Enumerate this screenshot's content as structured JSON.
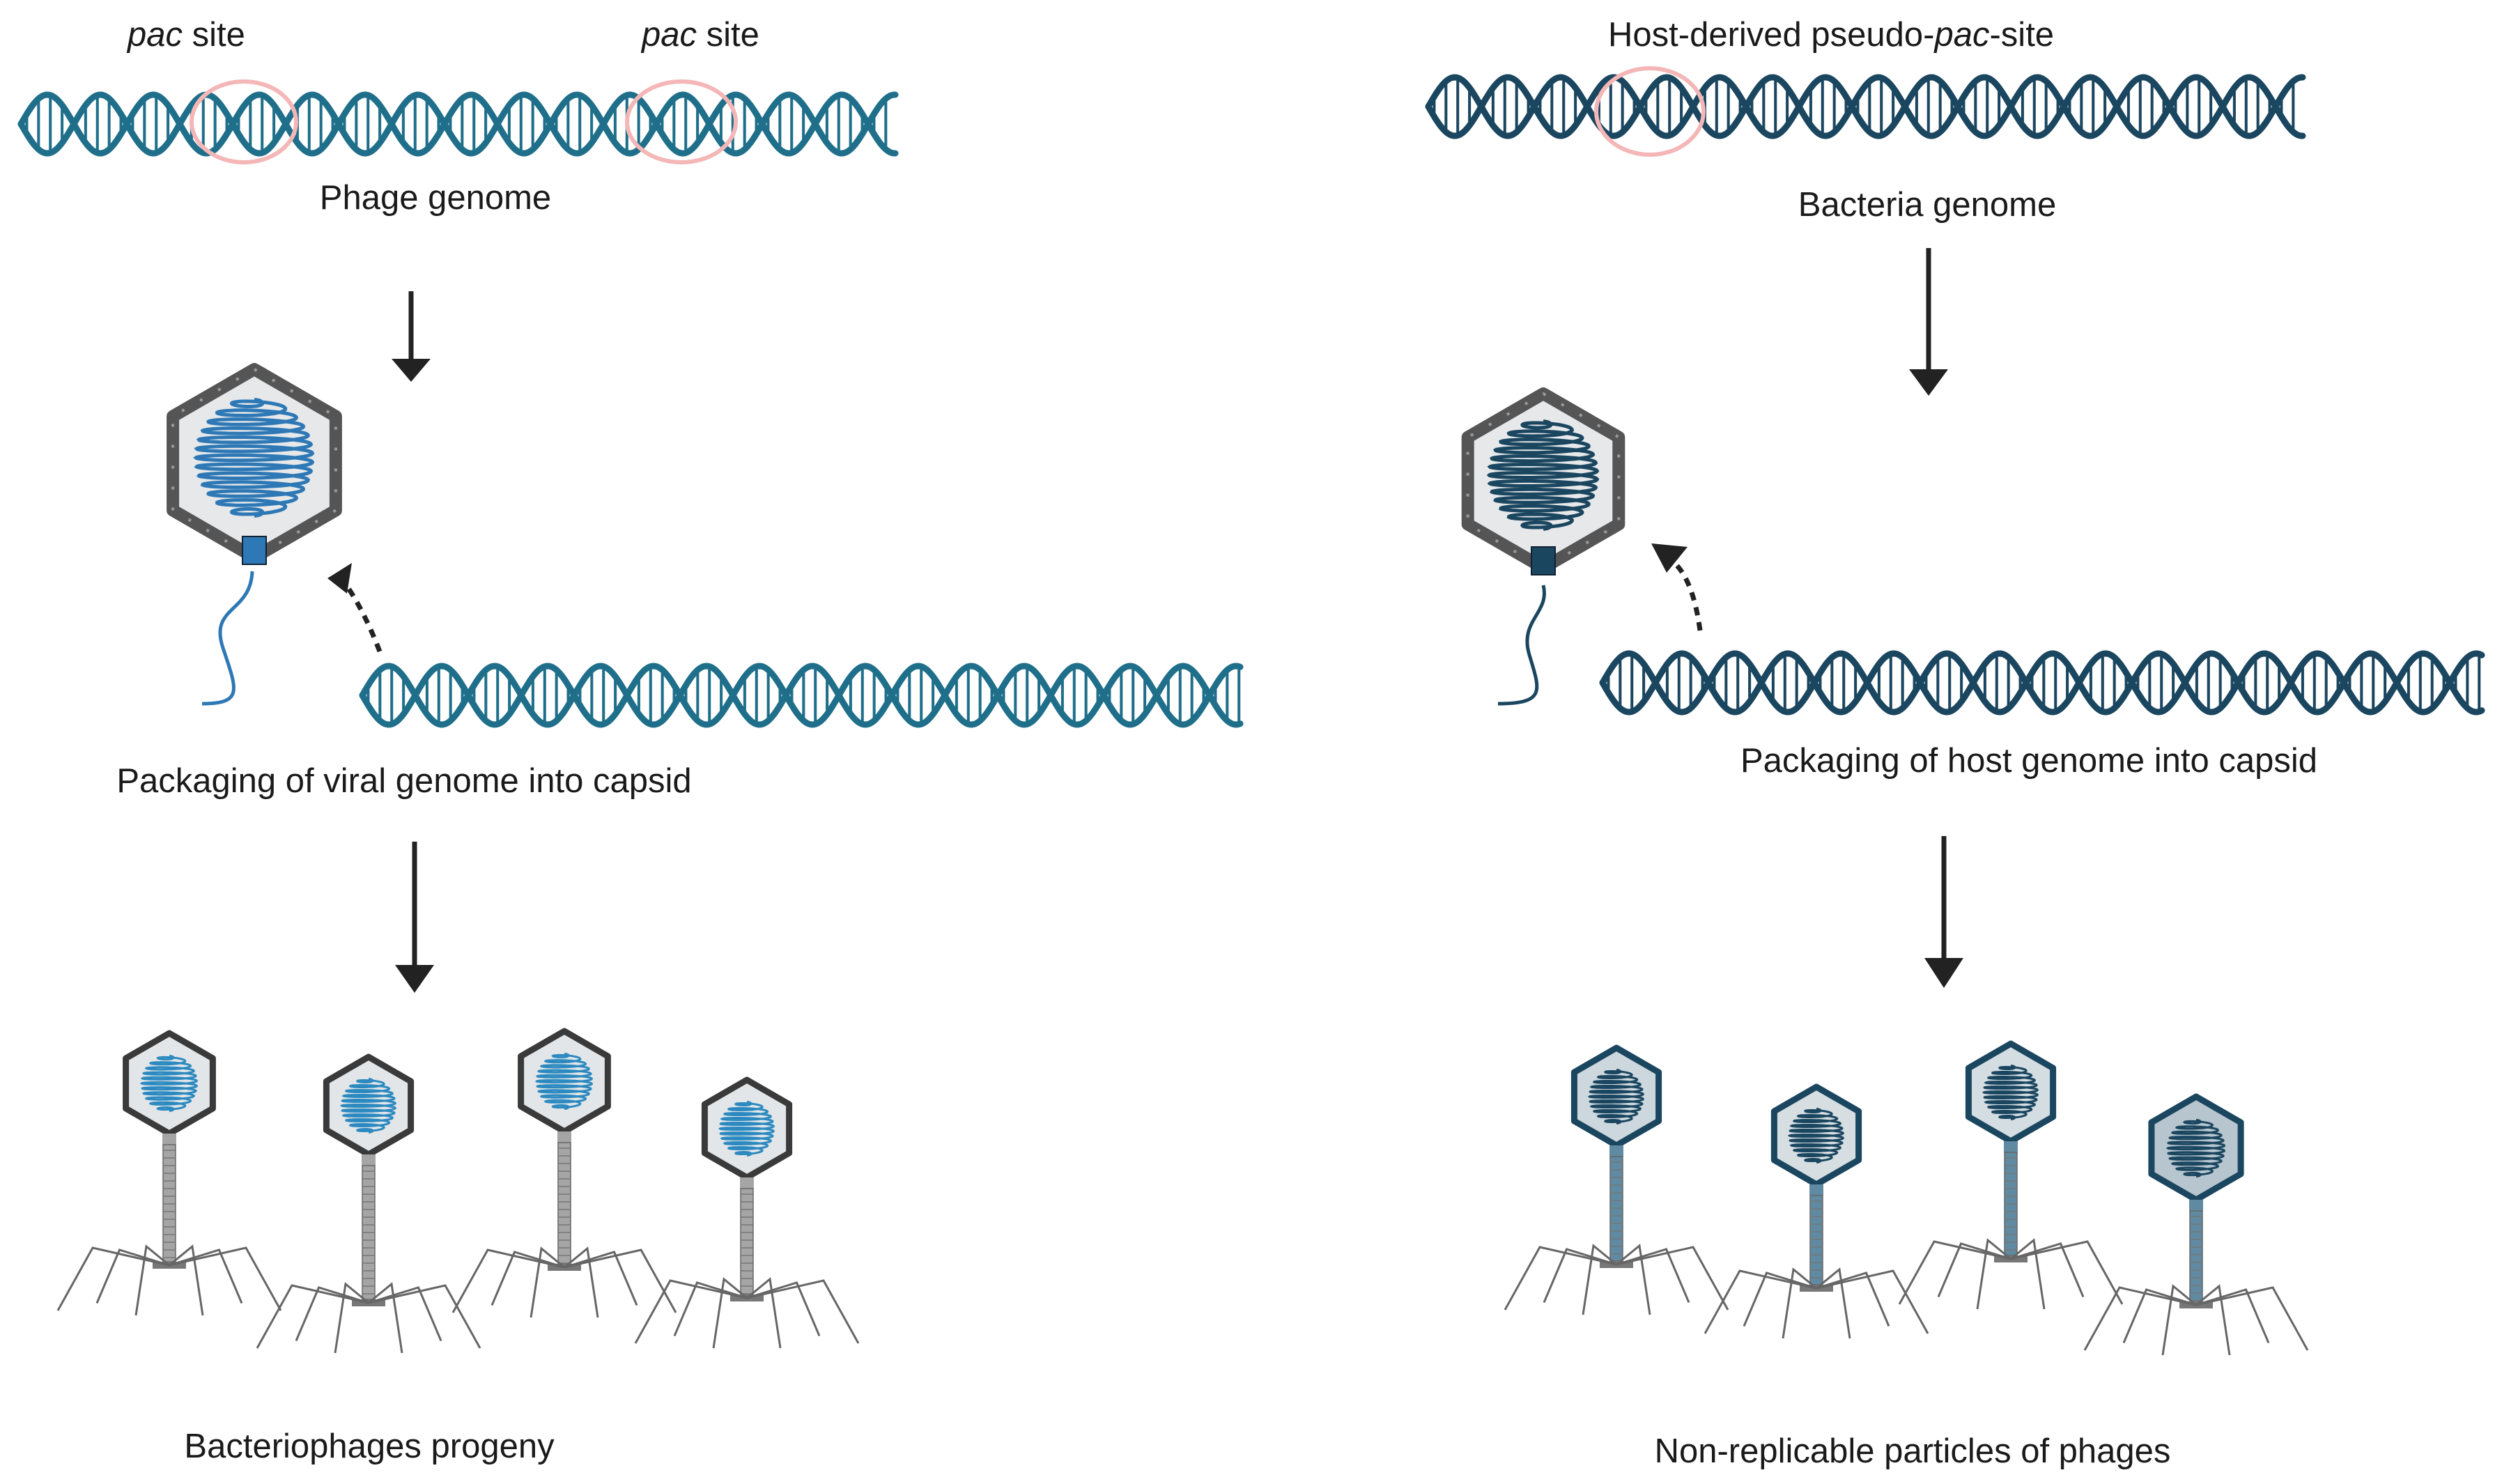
{
  "colors": {
    "phage_dna": "#1f6f8b",
    "host_dna": "#1b4660",
    "pac_circle": "#f4b6b6",
    "arrow": "#222222",
    "capsid_fill": "#e4e8ea",
    "capsid_border": "#555555",
    "tail": "#8a8a8a"
  },
  "left": {
    "pac_label_italic": "pac",
    "pac_label_rest": " site",
    "genome_label": "Phage genome",
    "packaging_label": "Packaging of viral genome into capsid",
    "progeny_label": "Bacteriophages progeny"
  },
  "right": {
    "pseudo_pre": "Host-derived pseudo-",
    "pseudo_italic": "pac",
    "pseudo_post": "-site",
    "genome_label": "Bacteria genome",
    "packaging_label": "Packaging of host genome into capsid",
    "progeny_label": "Non-replicable particles of phages"
  }
}
